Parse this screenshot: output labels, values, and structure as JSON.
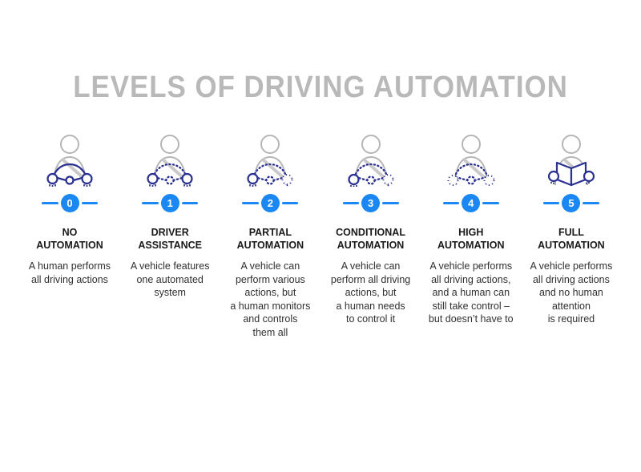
{
  "page": {
    "title": "LEVELS OF DRIVING AUTOMATION"
  },
  "colors": {
    "accent_blue": "#1b87f2",
    "icon_navy": "#2b3190",
    "icon_gray": "#b6b6b6",
    "title_gray": "#b9b9b9"
  },
  "levels": [
    {
      "number": "0",
      "name": "NO\nAUTOMATION",
      "description": "A human performs\nall driving actions",
      "icon": "driver-hands-on-solid-wheel-icon"
    },
    {
      "number": "1",
      "name": "DRIVER\nASSISTANCE",
      "description": "A vehicle features\none automated\nsystem",
      "icon": "driver-hands-on-dashed-wheel-icon"
    },
    {
      "number": "2",
      "name": "PARTIAL\nAUTOMATION",
      "description": "A vehicle can\nperform various\nactions, but\na human monitors\nand controls\nthem all",
      "icon": "driver-one-hand-dashed-wheel-icon"
    },
    {
      "number": "3",
      "name": "CONDITIONAL\nAUTOMATION",
      "description": "A vehicle can\nperform all driving\nactions, but\na human needs\nto control it",
      "icon": "driver-one-hand-dashed-wheel-icon"
    },
    {
      "number": "4",
      "name": "HIGH\nAUTOMATION",
      "description": "A vehicle performs\nall driving actions,\nand a human can\nstill take control –\nbut doesn’t have to",
      "icon": "driver-hands-off-dashed-wheel-icon"
    },
    {
      "number": "5",
      "name": "FULL\nAUTOMATION",
      "description": "A vehicle performs\nall driving actions\nand no human\nattention\nis required",
      "icon": "passenger-reading-book-icon"
    }
  ]
}
